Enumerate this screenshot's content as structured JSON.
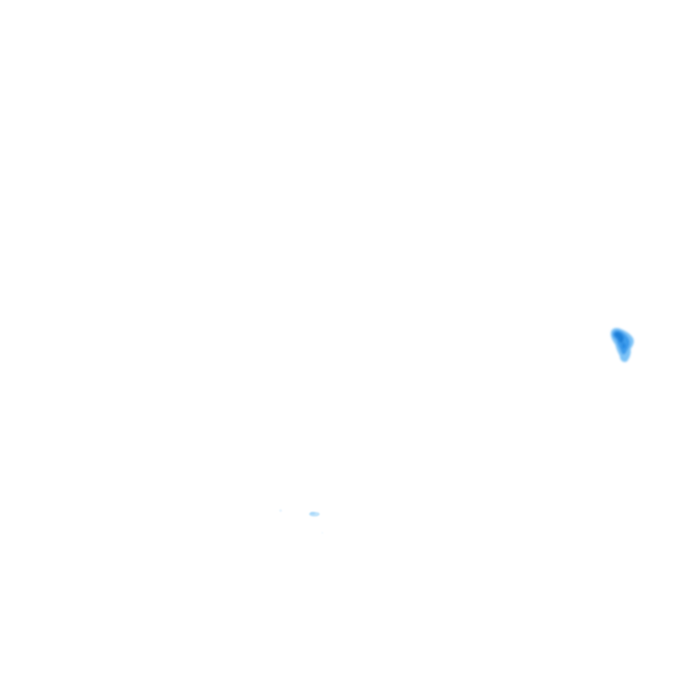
{
  "map": {
    "background_color": "#ffffff",
    "palette": {
      "strong": "#1e7fd8",
      "medium": "#3c9cec",
      "light": "#7cc2f7",
      "faint": "#bfe3fb"
    },
    "features": [
      {
        "name": "precipitation-cell-east",
        "intensity": "strong"
      },
      {
        "name": "precipitation-speck-south",
        "intensity": "faint"
      }
    ]
  }
}
